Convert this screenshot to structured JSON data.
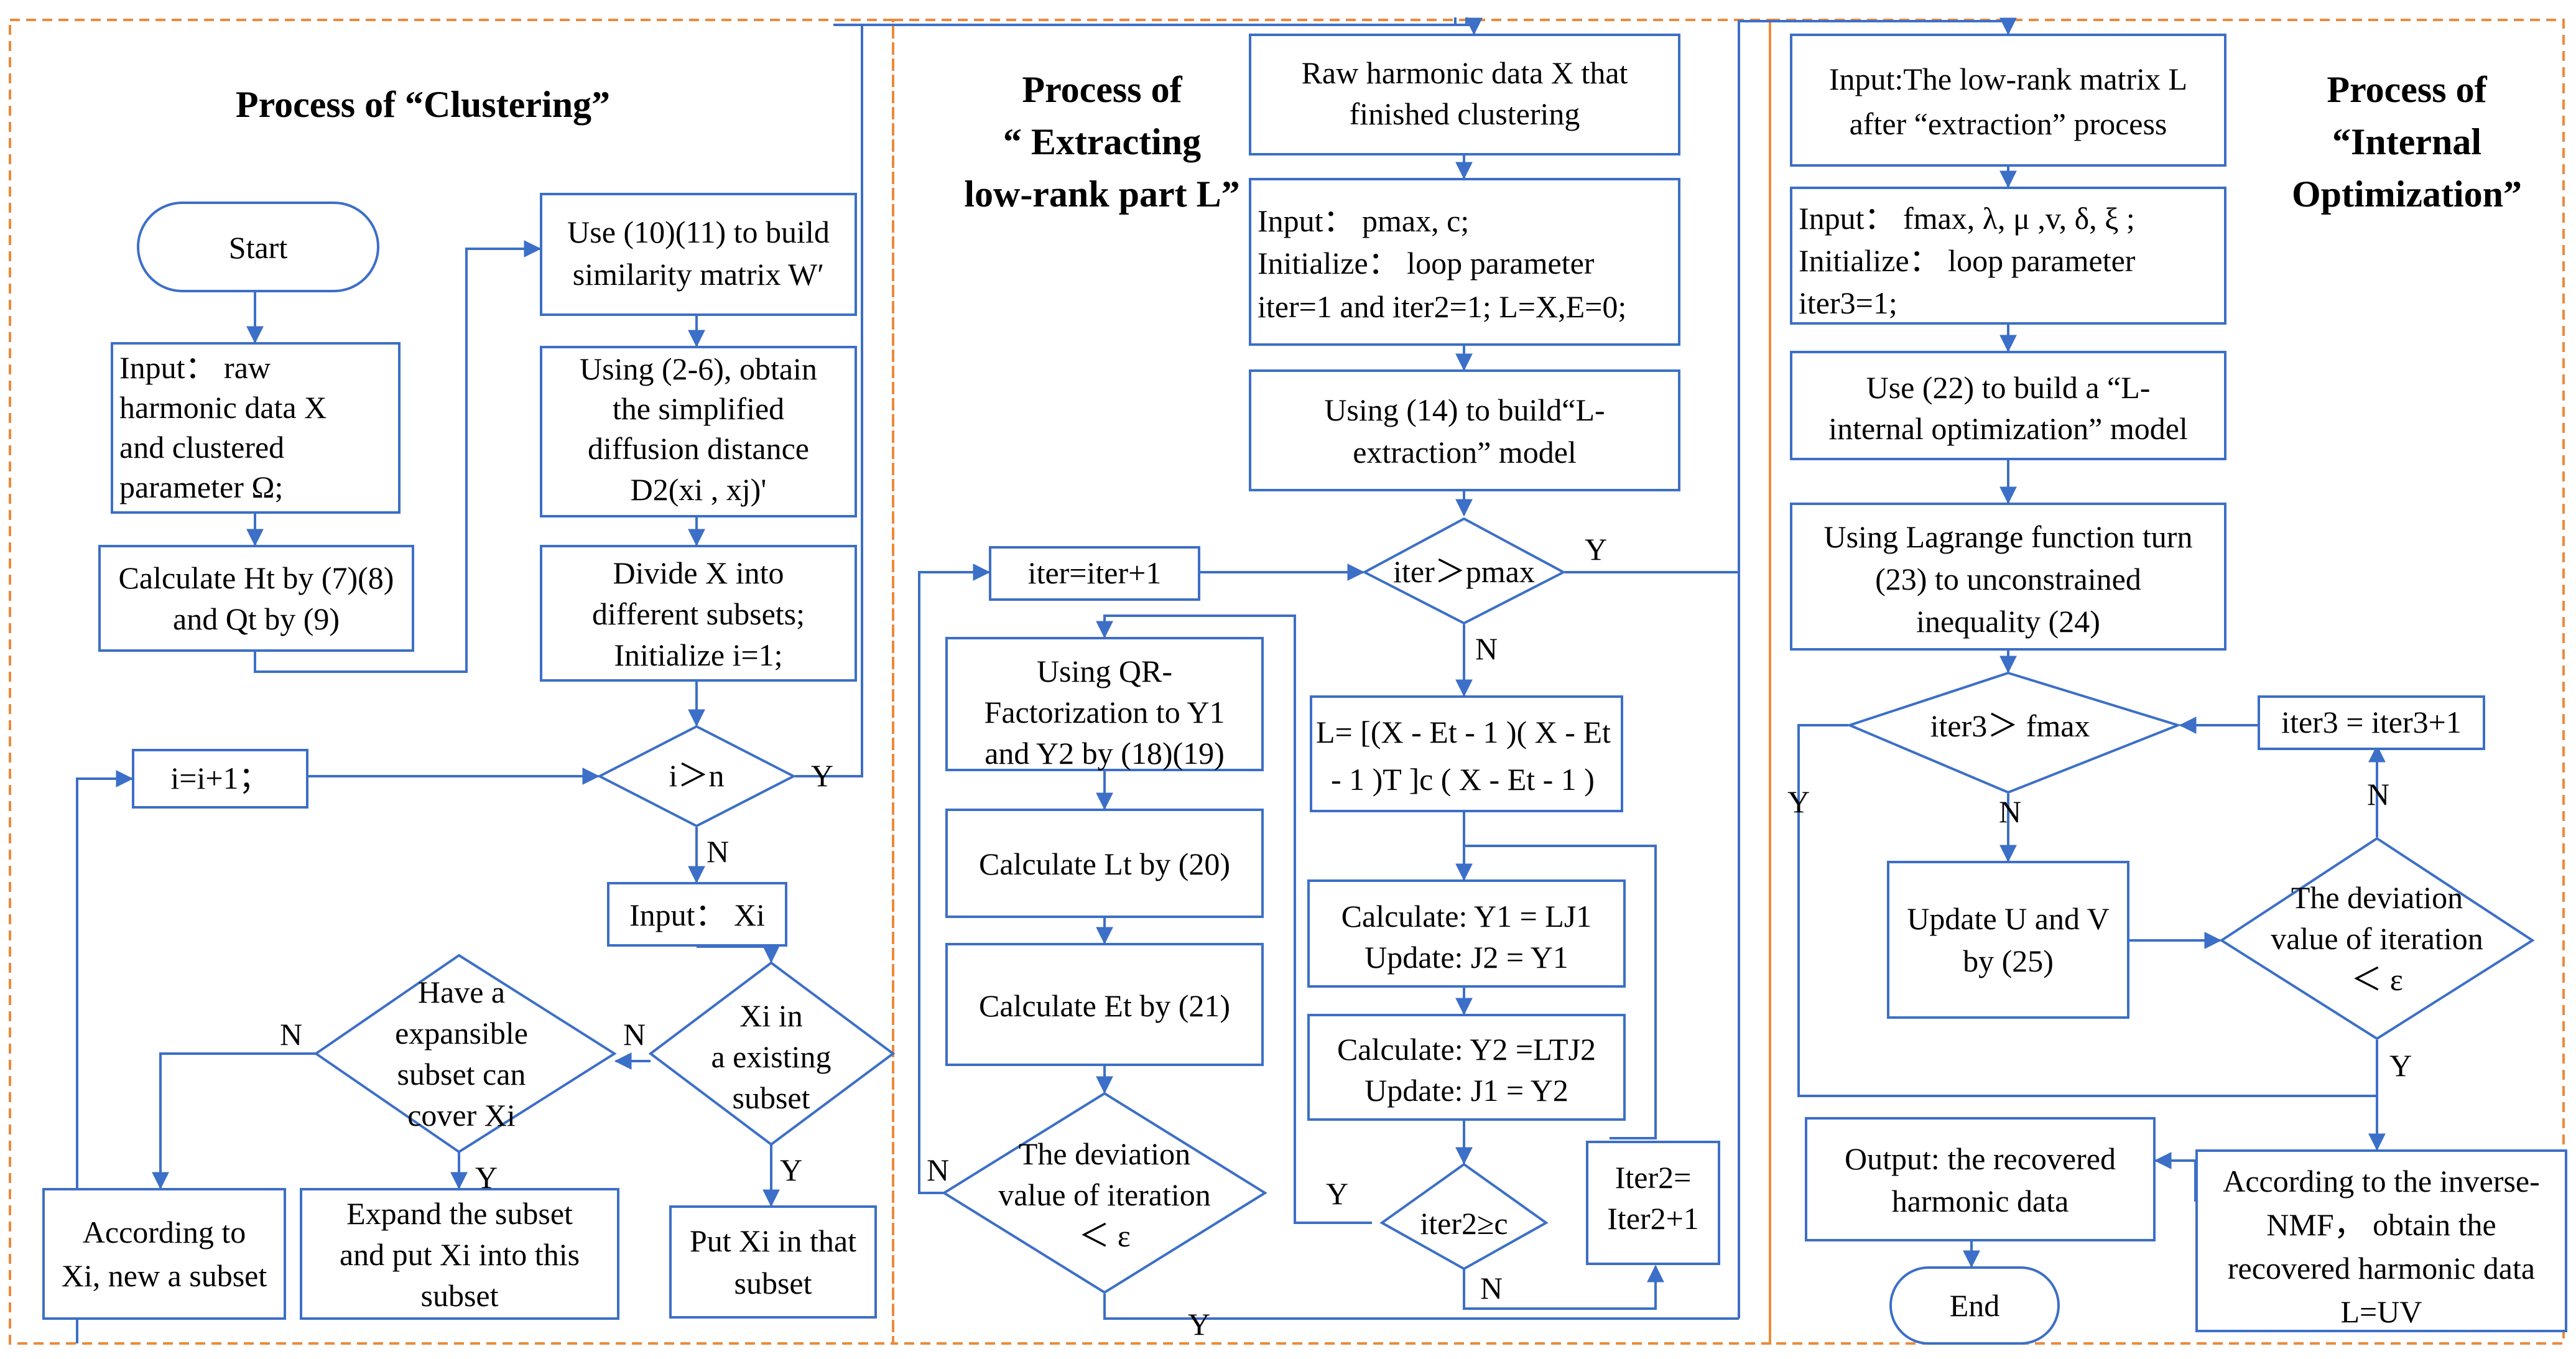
{
  "sections": {
    "clustering": "Process of “Clustering”",
    "extracting": [
      "Process of",
      "“ Extracting",
      "low-rank part L”"
    ],
    "internal": [
      "Process of",
      "“Internal",
      "Optimization”"
    ]
  },
  "clustering": {
    "start": "Start",
    "input": [
      "Input： raw",
      "harmonic data X",
      "and clustered",
      "parameter  Ω;"
    ],
    "calc_h": [
      "Calculate Ht by (7)(8)",
      "and Qt by (9)"
    ],
    "similarity": [
      "Use (10)(11) to build",
      "similarity matrix W′"
    ],
    "diffusion": [
      "Using (2-6), obtain",
      "the simplified",
      "diffusion distance",
      "D2(xi , xj)'"
    ],
    "divide": [
      "Divide X into",
      "different subsets;",
      "Initialize i=1;"
    ],
    "check_n": "i＞n",
    "increment": "i=i+1；",
    "input_xi": "Input： Xi",
    "xi_existing": [
      "Xi in",
      "a existing",
      "subset"
    ],
    "expansible": [
      "Have a",
      "expansible",
      "subset can",
      "cover Xi"
    ],
    "new_subset": [
      "According to",
      "Xi,  new a subset"
    ],
    "expand_subset": [
      "Expand the subset",
      "and put Xi into this",
      "subset"
    ],
    "put_subset": [
      "Put Xi in that",
      "subset"
    ]
  },
  "extracting": {
    "raw": [
      "Raw harmonic data X that",
      "finished clustering"
    ],
    "input": [
      "Input：  pmax, c;",
      "Initialize： loop parameter",
      "iter=1 and iter2=1; L=X,E=0;"
    ],
    "model": [
      "Using (14) to build“L-",
      "extraction” model"
    ],
    "iter_inc": "iter=iter+1",
    "check_pmax": "iter＞pmax",
    "l_formula": [
      "L= [(X - Et - 1 )( X - Et",
      "- 1 )T ]c ( X - Et - 1 )"
    ],
    "qr": [
      "Using QR-",
      "Factorization to Y1",
      "and Y2 by (18)(19)"
    ],
    "calc_l": "Calculate Lt by (20)",
    "calc_e": "Calculate Et by (21)",
    "deviation": [
      "The deviation",
      "value of iteration",
      "＜ ε"
    ],
    "y1": [
      "Calculate: Y1 = LJ1",
      "Update: J2 = Y1"
    ],
    "y2": [
      "Calculate: Y2 =LTJ2",
      "Update: J1 = Y2"
    ],
    "iter2_check": "iter2≥c",
    "iter2_inc": [
      "Iter2=",
      "Iter2+1"
    ]
  },
  "internal": {
    "input_l": [
      "Input:The low-rank matrix L",
      "after  “extraction” process"
    ],
    "params": [
      "Input：  fmax, λ, μ ,v, δ, ξ ;",
      "Initialize： loop parameter",
      "iter3=1;"
    ],
    "model": [
      "Use (22) to build a  “L-",
      "internal optimization” model"
    ],
    "lagrange": [
      "Using Lagrange function turn",
      "(23) to unconstrained",
      "inequality (24)"
    ],
    "check_fmax": "iter3＞ fmax",
    "iter3_inc": "iter3 = iter3+1",
    "update_uv": [
      "Update U and V",
      "by (25)"
    ],
    "deviation": [
      "The deviation",
      "value of iteration",
      "＜ ε"
    ],
    "inverse": [
      "According to the inverse-",
      "NMF， obtain the",
      "recovered harmonic data",
      "L=UV"
    ],
    "output": [
      "Output: the recovered",
      "harmonic data"
    ],
    "end": "End"
  },
  "labels": {
    "yes": "Y",
    "no": "N"
  },
  "colors": {
    "box_stroke": "#3c6fc7",
    "section_border": "#ec8a3a",
    "background": "#ffffff"
  }
}
